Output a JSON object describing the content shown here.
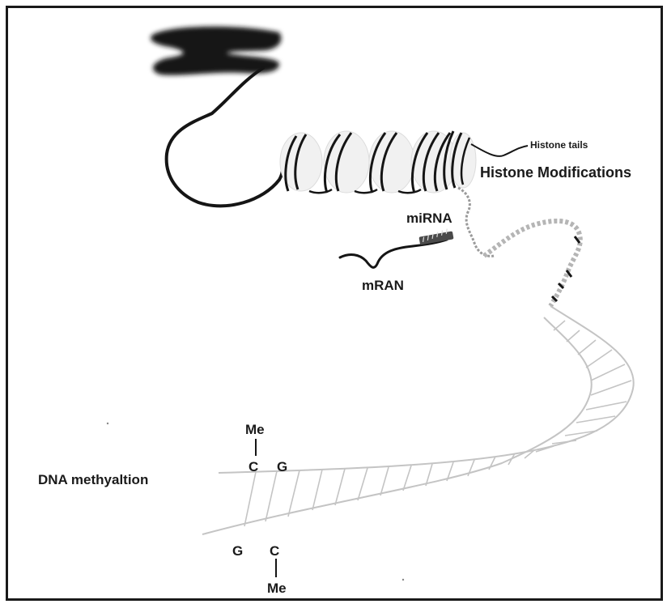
{
  "labels": {
    "histone_tails": "Histone tails",
    "histone_modifications": "Histone Modifications",
    "mirna": "miRNA",
    "mran": "mRAN",
    "dna_methylation": "DNA methyaltion",
    "methyl_top": "Me",
    "base_c_top": "C",
    "base_g_top": "G",
    "base_g_bottom": "G",
    "base_c_bottom": "C",
    "methyl_bottom": "Me"
  },
  "colors": {
    "ink": "#1a1a1a",
    "strand_light": "#c8c8c8",
    "strand_mid": "#9a9a9a"
  }
}
